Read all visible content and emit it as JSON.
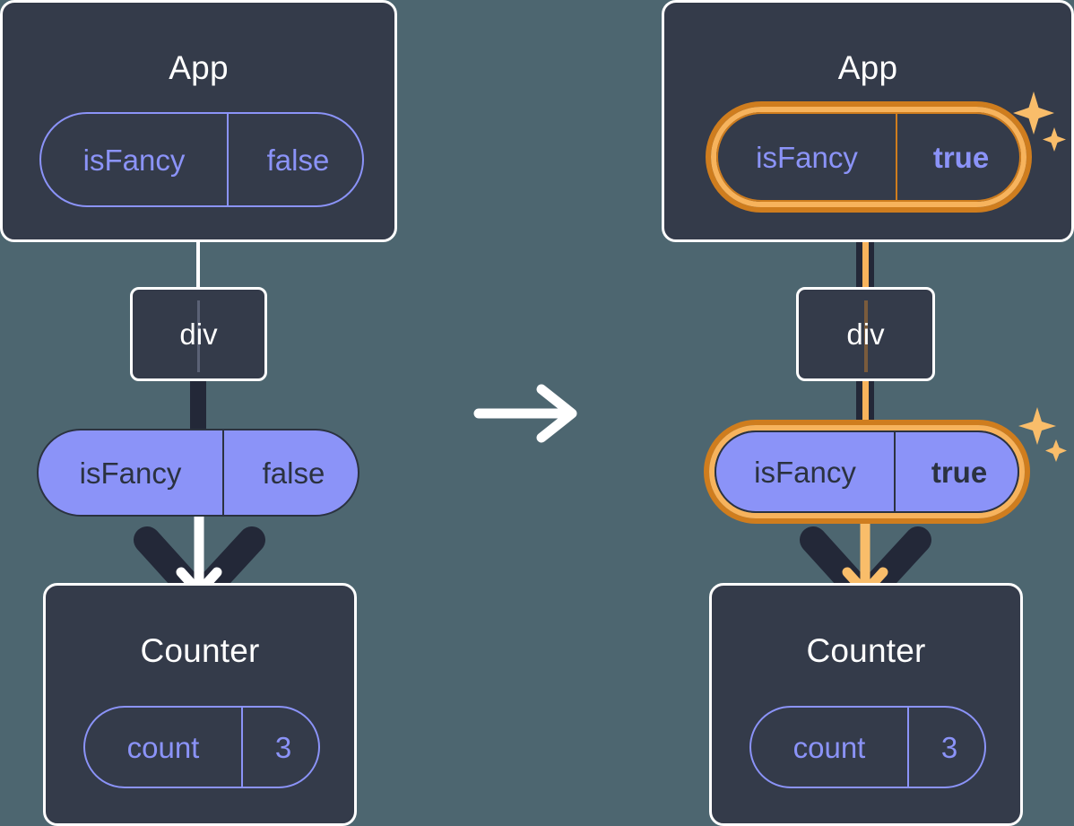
{
  "diagram": {
    "title": "react-state-propagation-before-after",
    "background_color": "#4d6670",
    "panels": [
      {
        "id": "before",
        "highlighted": false,
        "root": {
          "name": "App",
          "state": {
            "key": "isFancy",
            "value": "false",
            "style": "outline"
          }
        },
        "middle": {
          "name": "div"
        },
        "prop": {
          "key": "isFancy",
          "value": "false",
          "style": "filled"
        },
        "child": {
          "name": "Counter",
          "state": {
            "key": "count",
            "value": "3",
            "style": "outline"
          }
        }
      },
      {
        "id": "after",
        "highlighted": true,
        "root": {
          "name": "App",
          "state": {
            "key": "isFancy",
            "value": "true",
            "style": "outline"
          }
        },
        "middle": {
          "name": "div"
        },
        "prop": {
          "key": "isFancy",
          "value": "true",
          "style": "filled"
        },
        "child": {
          "name": "Counter",
          "state": {
            "key": "count",
            "value": "3",
            "style": "outline"
          }
        }
      }
    ],
    "transition": {
      "icon": "arrow-right-icon"
    },
    "sparkle_icon": "sparkles-icon",
    "colors": {
      "background": "#4d6670",
      "box_fill": "#343b4a",
      "box_border": "#ffffff",
      "accent_purple": "#8b93f8",
      "text_dark": "#2b3240",
      "highlight_outer": "#cf7d1e",
      "highlight_inner": "#f7b35c",
      "line_dark": "#232838"
    }
  }
}
